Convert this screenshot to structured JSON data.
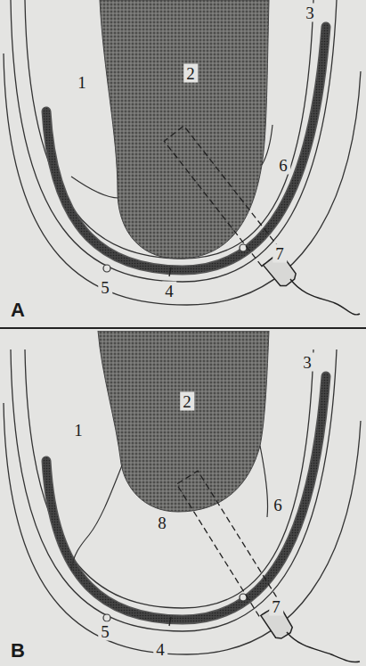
{
  "diagram": {
    "labels": [
      "1",
      "2",
      "3",
      "4",
      "5",
      "6",
      "7",
      "A",
      "2",
      "1",
      "3",
      "6",
      "8",
      "5",
      "4",
      "7",
      "B"
    ]
  }
}
